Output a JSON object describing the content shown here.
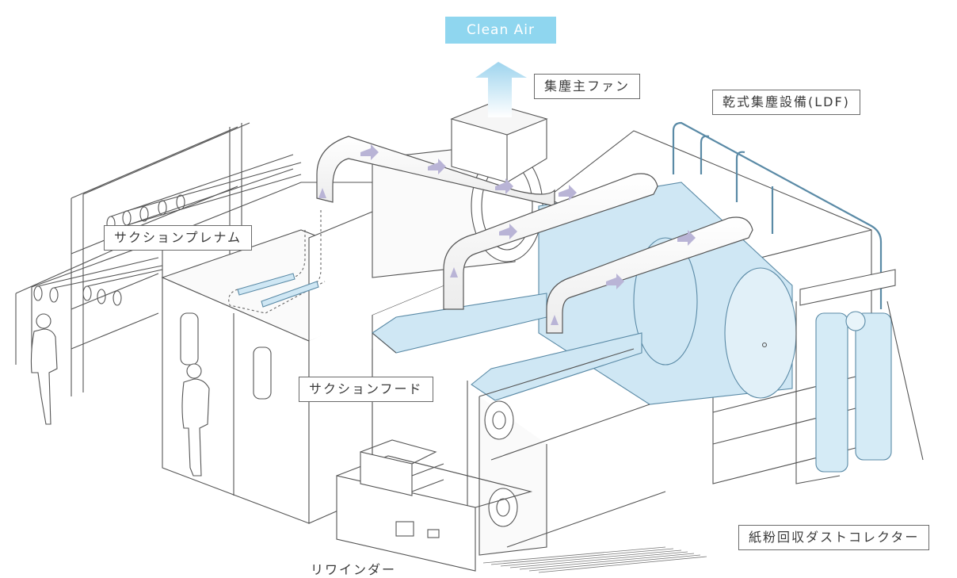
{
  "labels": {
    "clean_air": "Clean Air",
    "main_fan": "集塵主ファン",
    "dry_collector": "乾式集塵設備(LDF)",
    "suction_plenum": "サクションプレナム",
    "suction_hood": "サクションフード",
    "rewinder": "リワインダー",
    "dust_collector": "紙粉回収ダストコレクター"
  },
  "colors": {
    "line": "#555555",
    "duct_fill": "#f4f4f4",
    "accent_blue": "#c8e4f2",
    "clean_air_bg": "#8fd6ef",
    "arrow": "#b9b4d6"
  }
}
